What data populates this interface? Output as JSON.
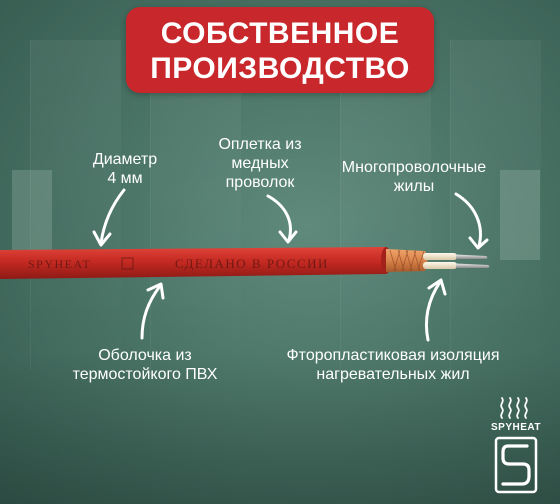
{
  "header": {
    "line1": "СОБСТВЕННОЕ",
    "line2": "ПРОИЗВОДСТВО"
  },
  "labels": {
    "diameter": [
      "Диаметр",
      "4 мм"
    ],
    "braid": [
      "Оплетка из",
      "медных",
      "проволок"
    ],
    "strands": [
      "Многопроволочные",
      "жилы"
    ],
    "sheath": [
      "Оболочка из",
      "термостойкого ПВХ"
    ],
    "insulation": [
      "Фторопластиковая изоляция",
      "нагревательных жил"
    ]
  },
  "cable": {
    "brand_print": "SPYHEAT",
    "made_in_print": "СДЕЛАНО В РОССИИ"
  },
  "logo": {
    "text": "SPYHEAT"
  },
  "colors": {
    "banner": "#c8272c",
    "cable": "#c42a22",
    "braid": "#d9834a",
    "insulation": "#f1e6d0",
    "wire": "#b8b8b8",
    "background": "#4a7466"
  }
}
